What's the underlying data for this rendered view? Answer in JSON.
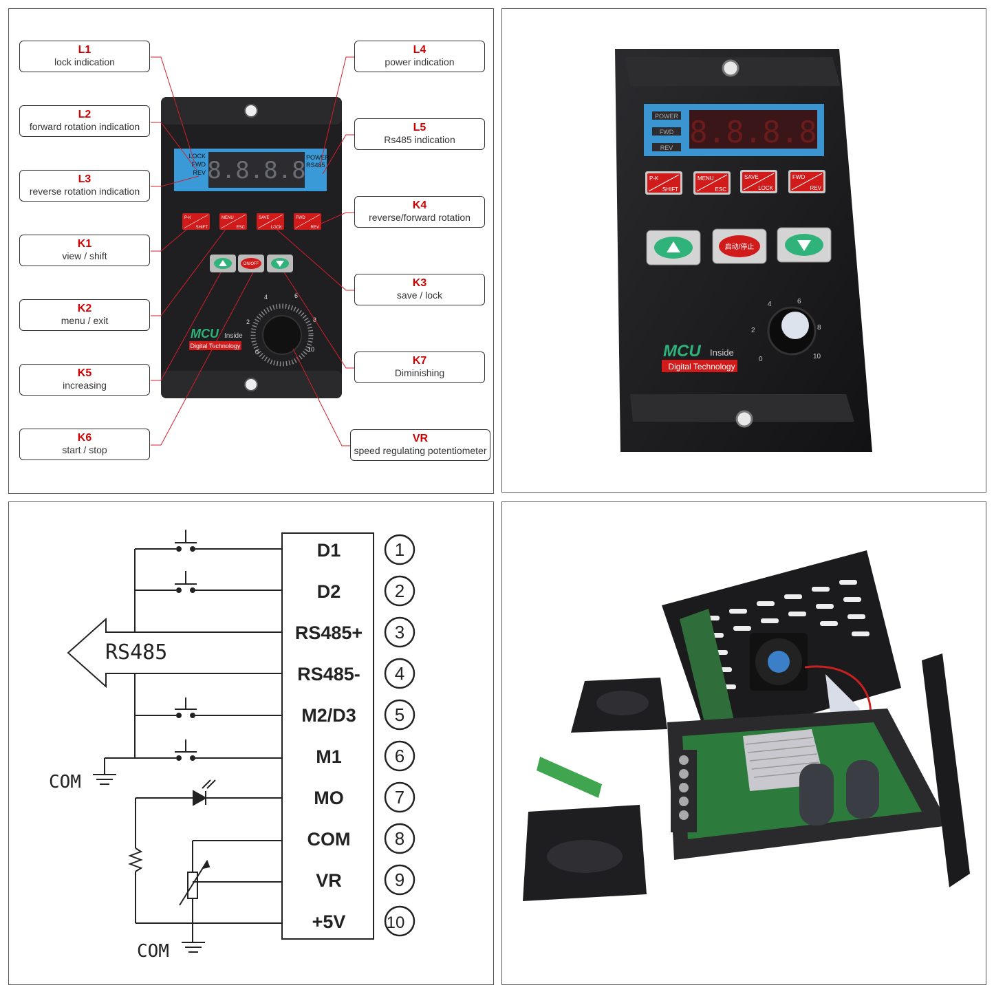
{
  "callouts": [
    {
      "code": "L1",
      "desc": "lock indication"
    },
    {
      "code": "L2",
      "desc": "forward rotation indication"
    },
    {
      "code": "L3",
      "desc": "reverse rotation indication"
    },
    {
      "code": "K1",
      "desc": "view / shift"
    },
    {
      "code": "K2",
      "desc": "menu / exit"
    },
    {
      "code": "K5",
      "desc": "increasing"
    },
    {
      "code": "K6",
      "desc": "start / stop"
    },
    {
      "code": "L4",
      "desc": "power indication"
    },
    {
      "code": "L5",
      "desc": "Rs485 indication"
    },
    {
      "code": "K4",
      "desc": "reverse/forward rotation"
    },
    {
      "code": "K3",
      "desc": "save / lock"
    },
    {
      "code": "K7",
      "desc": "Diminishing"
    },
    {
      "code": "VR",
      "desc": "speed regulating potentiometer"
    }
  ],
  "panel1": {
    "led_left": [
      "LOCK",
      "FWD",
      "REV"
    ],
    "led_right": [
      "POWER",
      "RS485"
    ],
    "display": "8.8.8.8",
    "keys": [
      {
        "top": "P-K",
        "bottom": "SHIFT"
      },
      {
        "top": "MENU",
        "bottom": "ESC"
      },
      {
        "top": "SAVE",
        "bottom": "LOCK"
      },
      {
        "top": "FWD",
        "bottom": "REV"
      }
    ],
    "onoff": "ON/OFF",
    "dial_ticks": [
      "0",
      "2",
      "4",
      "6",
      "8",
      "10"
    ],
    "brand": "MCU",
    "brand_suffix": "Inside",
    "tagline": "Digital Technology"
  },
  "panel2": {
    "leds": [
      "POWER",
      "FWD",
      "REV"
    ],
    "display": "8.8.8.8",
    "keys": [
      {
        "top": "P-K",
        "bottom": "SHIFT"
      },
      {
        "top": "MENU",
        "bottom": "ESC"
      },
      {
        "top": "SAVE",
        "bottom": "LOCK"
      },
      {
        "top": "FWD",
        "bottom": "REV"
      }
    ],
    "start_stop": "启动/停止",
    "dial_ticks": [
      "0",
      "2",
      "4",
      "6",
      "8",
      "10"
    ],
    "brand": "MCU",
    "brand_suffix": "Inside",
    "tagline": "Digital Technology"
  },
  "wiring": {
    "terminals": [
      {
        "name": "D1",
        "num": "1"
      },
      {
        "name": "D2",
        "num": "2"
      },
      {
        "name": "RS485+",
        "num": "3"
      },
      {
        "name": "RS485-",
        "num": "4"
      },
      {
        "name": "M2/D3",
        "num": "5"
      },
      {
        "name": "M1",
        "num": "6"
      },
      {
        "name": "MO",
        "num": "7"
      },
      {
        "name": "COM",
        "num": "8"
      },
      {
        "name": "VR",
        "num": "9"
      },
      {
        "name": "+5V",
        "num": "10"
      }
    ],
    "rs485_label": "RS485",
    "com_label_1": "COM",
    "com_label_2": "COM"
  },
  "colors": {
    "accent_red": "#d00000",
    "panel_black": "#1e1e20",
    "display_blue": "#3a9ad8",
    "key_red": "#d11a1a",
    "button_green": "#2fb37a"
  }
}
